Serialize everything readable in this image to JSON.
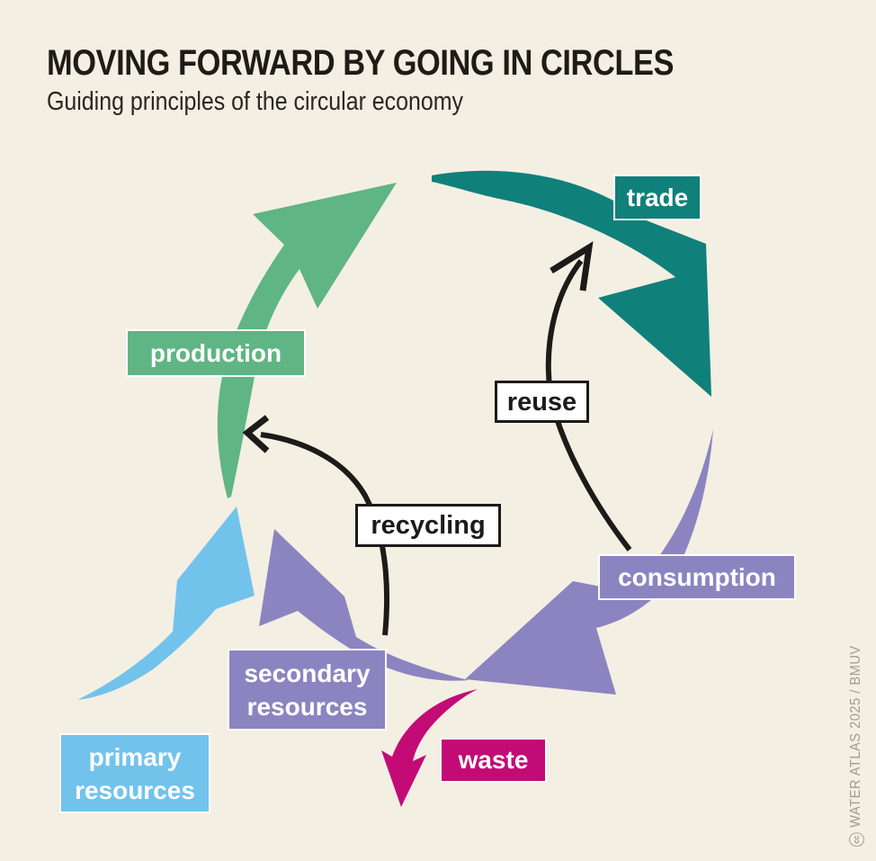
{
  "header": {
    "title": "MOVING FORWARD BY GOING IN CIRCLES",
    "subtitle": "Guiding principles of the circular economy"
  },
  "labels": {
    "production": "production",
    "trade": "trade",
    "reuse": "reuse",
    "recycling": "recycling",
    "consumption": "consumption",
    "secondary_line1": "secondary",
    "secondary_line2": "resources",
    "primary_line1": "primary",
    "primary_line2": "resources",
    "waste": "waste"
  },
  "flows": [
    {
      "from": "production",
      "to": "trade",
      "style": "large green arrow"
    },
    {
      "from": "trade",
      "to": "consumption",
      "style": "large teal arrow"
    },
    {
      "from": "consumption",
      "to": "secondary resources",
      "style": "large purple arrow"
    },
    {
      "from": "secondary resources",
      "to": "production",
      "style": "large purple arrow"
    },
    {
      "from": "primary resources",
      "to": "production",
      "style": "large blue arrow"
    },
    {
      "from": "consumption",
      "to": "waste",
      "style": "magenta arrow"
    },
    {
      "from": "consumption",
      "to": "trade",
      "style": "thin black connector through reuse"
    },
    {
      "from": "secondary resources",
      "to": "production",
      "style": "thin black connector through recycling"
    }
  ],
  "colors": {
    "background": "#f4efe3",
    "production_green": "#5fb583",
    "trade_teal": "#10807a",
    "consumption_purple": "#8c84c0",
    "resources_blue": "#72c3ec",
    "waste_magenta": "#c30b76",
    "connector_black": "#1d1b19",
    "label_text": "#ffffff",
    "attribution_gray": "#a49c8c"
  },
  "attribution": {
    "cc_symbol": "cc",
    "text": "WATER ATLAS 2025 / BMUV"
  }
}
